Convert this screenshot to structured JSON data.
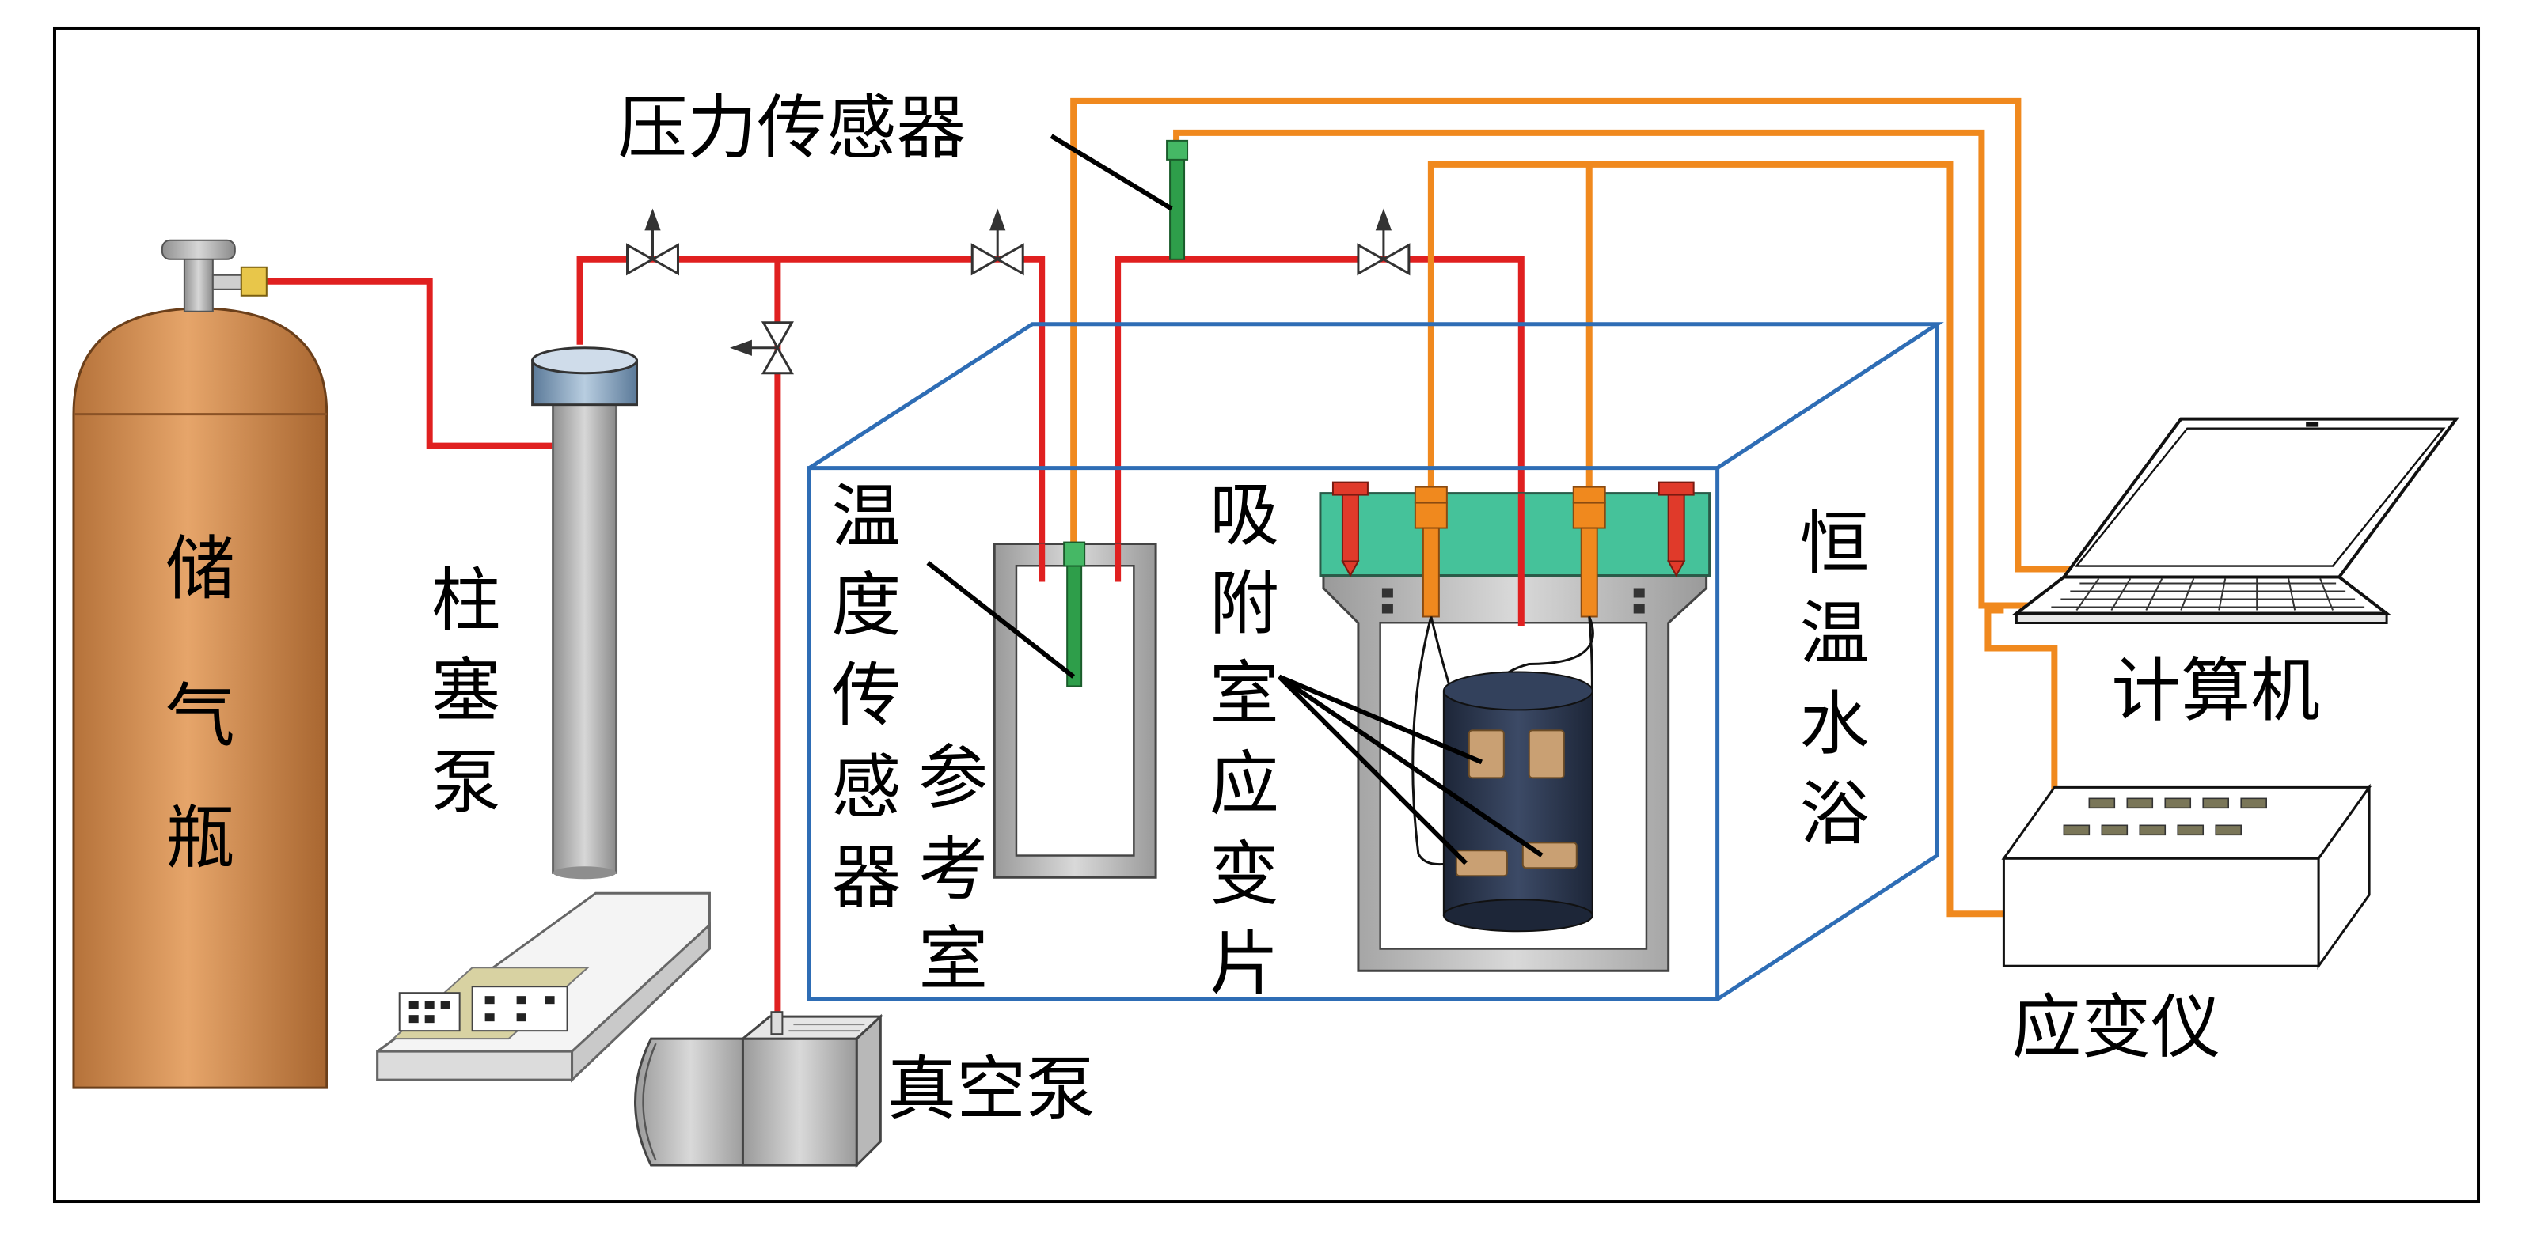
{
  "labels": {
    "gas_cylinder": [
      "储",
      "气",
      "瓶"
    ],
    "plunger_pump": [
      "柱",
      "塞",
      "泵"
    ],
    "vacuum_pump": "真空泵",
    "pressure_sensor": "压力传感器",
    "temperature_sensor": [
      "温",
      "度",
      "传",
      "感",
      "器"
    ],
    "reference_chamber": [
      "参",
      "考",
      "室"
    ],
    "adsorption_strain_gauge": [
      "吸",
      "附",
      "室",
      "应",
      "变",
      "片"
    ],
    "water_bath": [
      "恒",
      "温",
      "水",
      "浴"
    ],
    "computer": "计算机",
    "strain_meter": "应变仪"
  },
  "colors": {
    "gas_line": "#e02020",
    "signal_line": "#f0891e",
    "sensor": "#2e9e4a",
    "bath_outline": "#2e6db5",
    "cylinder": "#d08a48",
    "chamber_lid": "#45c29a",
    "sample": "#2a3850"
  },
  "icons": [
    "gas-cylinder-icon",
    "plunger-pump-icon",
    "vacuum-pump-icon",
    "valve-icon",
    "laptop-icon",
    "strain-meter-icon",
    "sample-core-icon"
  ]
}
